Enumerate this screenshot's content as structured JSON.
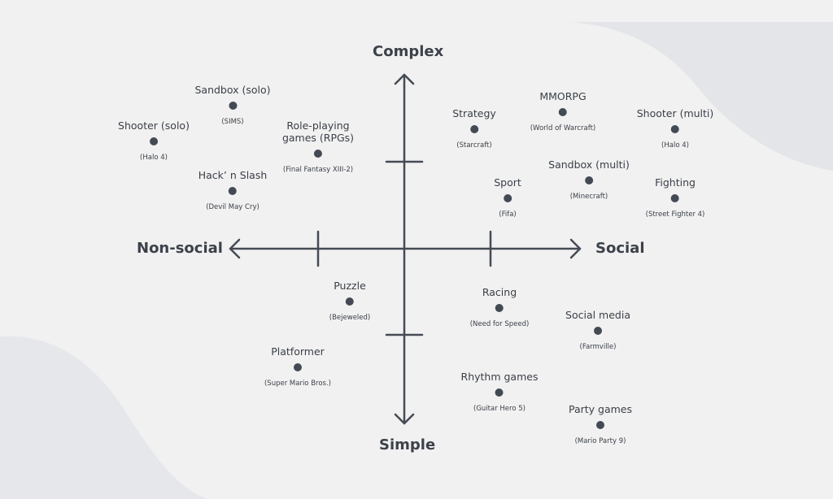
{
  "axes": {
    "top": "Complex",
    "bottom": "Simple",
    "left": "Non-social",
    "right": "Social"
  },
  "genres": [
    {
      "id": "sandbox-solo",
      "name": "Sandbox (solo)",
      "example": "(SIMS)"
    },
    {
      "id": "shooter-solo",
      "name": "Shooter (solo)",
      "example": "(Halo 4)"
    },
    {
      "id": "role-playing",
      "name": "Role-playing\ngames (RPGs)",
      "example": "(Final Fantasy XIII-2)"
    },
    {
      "id": "hack-n-slash",
      "name": "Hack’ n Slash",
      "example": "(Devil May Cry)"
    },
    {
      "id": "strategy",
      "name": "Strategy",
      "example": "(Starcraft)"
    },
    {
      "id": "mmorpg",
      "name": "MMORPG",
      "example": "(World of Warcraft)"
    },
    {
      "id": "shooter-multi",
      "name": "Shooter (multi)",
      "example": "(Halo 4)"
    },
    {
      "id": "sandbox-multi",
      "name": "Sandbox (multi)",
      "example": "(Minecraft)"
    },
    {
      "id": "sport",
      "name": "Sport",
      "example": "(Fifa)"
    },
    {
      "id": "fighting",
      "name": "Fighting",
      "example": "(Street Fighter 4)"
    },
    {
      "id": "puzzle",
      "name": "Puzzle",
      "example": "(Bejeweled)"
    },
    {
      "id": "racing",
      "name": "Racing",
      "example": "(Need for Speed)"
    },
    {
      "id": "social-media",
      "name": "Social media",
      "example": "(Farmville)"
    },
    {
      "id": "platformer",
      "name": "Platformer",
      "example": "(Super Mario Bros.)"
    },
    {
      "id": "rhythm-games",
      "name": "Rhythm games",
      "example": "(Guitar Hero 5)"
    },
    {
      "id": "party-games",
      "name": "Party games",
      "example": "(Mario Party 9)"
    }
  ],
  "colors": {
    "background": "#f1f1f1",
    "axis": "#454b55",
    "dot": "#434a54",
    "text": "#3a3f47"
  }
}
